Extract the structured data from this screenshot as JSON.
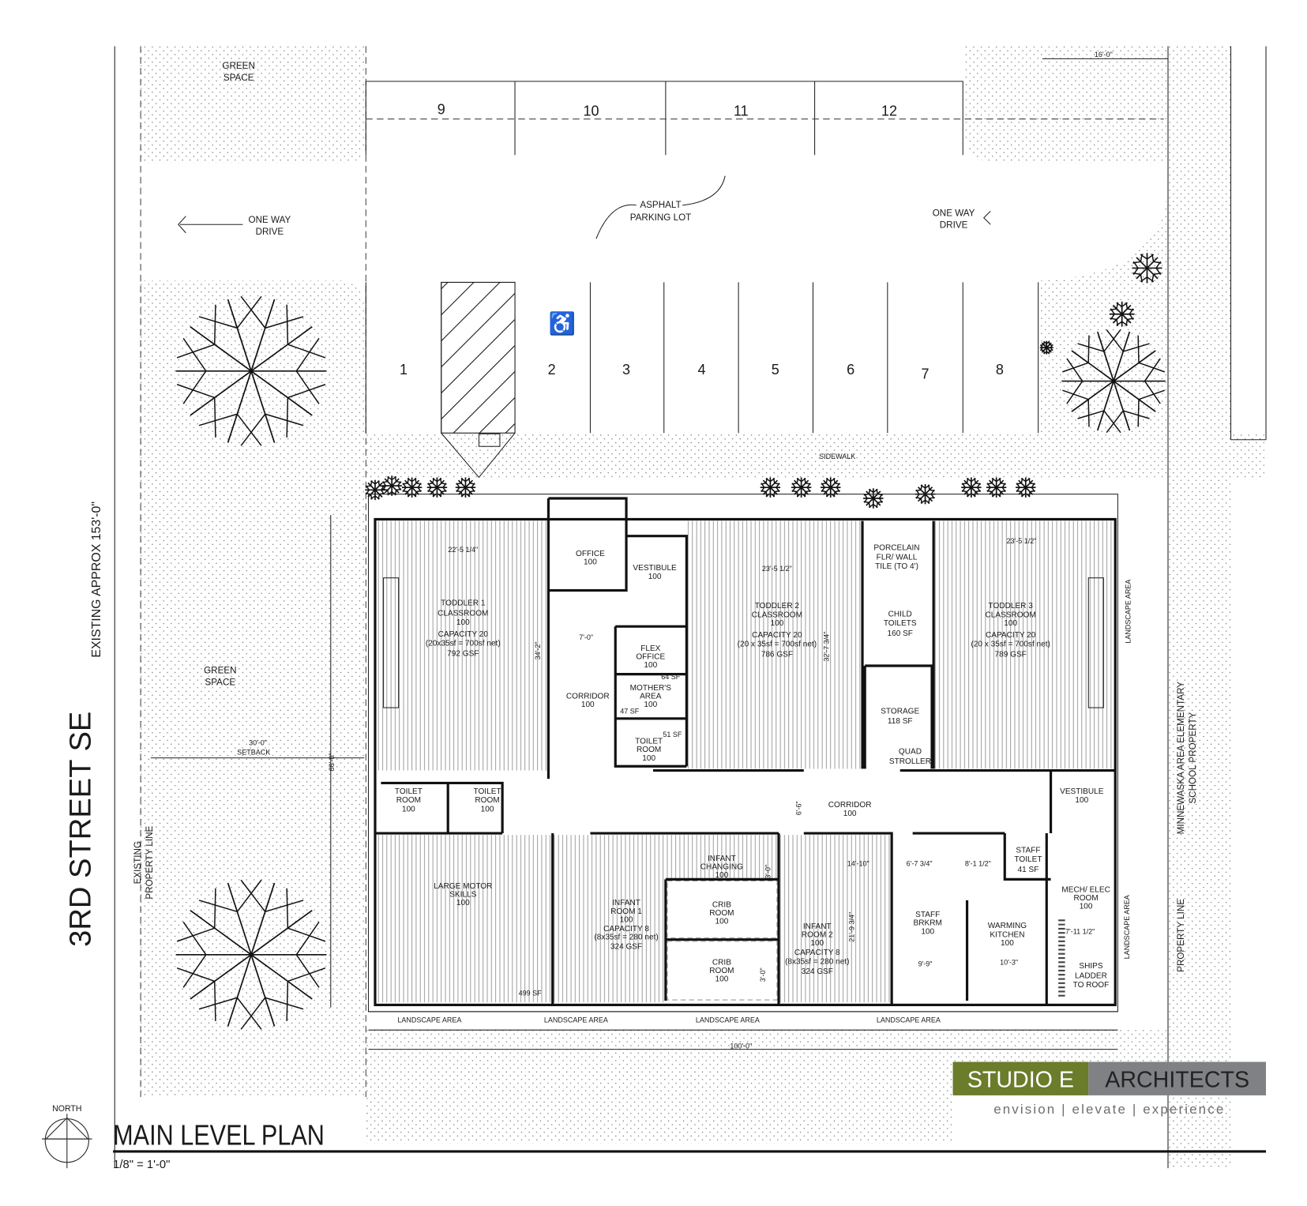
{
  "title": {
    "name": "MAIN LEVEL PLAN",
    "scale": "1/8\" = 1'-0\"",
    "north": "NORTH"
  },
  "logo": {
    "studio": "STUDIO E",
    "architects": "ARCHITECTS",
    "tagline": "envision | elevate | experience",
    "colors": {
      "green": "#6b7c2b",
      "gray": "#7f8184"
    }
  },
  "site": {
    "street": "3RD STREET SE",
    "approx": "EXISTING APPROX 153'-0\"",
    "prop_line_left": [
      "EXISTING",
      "PROPERTY LINE"
    ],
    "school": [
      "MINNEWASKA AREA ELEMENTARY",
      "SCHOOL PROPERTY"
    ],
    "prop_line_right": "PROPERTY LINE",
    "green_space": [
      "GREEN",
      "SPACE"
    ],
    "one_way": [
      "ONE WAY",
      "DRIVE"
    ],
    "parking": [
      "ASPHALT",
      "PARKING LOT"
    ],
    "sidewalk": "SIDEWALK",
    "landscape": "LANDSCAPE AREA",
    "setback": [
      "30'-0\"",
      "SETBACK"
    ],
    "dims": {
      "top_right": "16'-0\"",
      "depth": "66'-0\"",
      "width": "100'-0\""
    }
  },
  "parking": {
    "top": [
      "9",
      "10",
      "11",
      "12"
    ],
    "bottom": [
      "1",
      "2",
      "3",
      "4",
      "5",
      "6",
      "7",
      "8"
    ]
  },
  "rooms": {
    "toddler1": [
      "TODDLER 1",
      "CLASSROOM",
      "100",
      "CAPACITY 20",
      "(20x35sf = 700sf net)",
      "792 GSF"
    ],
    "toddler1_dims": [
      "22'-5 1/4\"",
      "34'-2\""
    ],
    "office": [
      "OFFICE",
      "100"
    ],
    "vestibule": [
      "VESTIBULE",
      "100"
    ],
    "corridor_v": [
      "CORRIDOR",
      "100"
    ],
    "corridor_dim": "7'-0\"",
    "flex_office": [
      "FLEX",
      "OFFICE",
      "100",
      "64 SF"
    ],
    "mothers": [
      "MOTHER'S",
      "AREA",
      "100",
      "47 SF"
    ],
    "toilet_c": [
      "TOILET",
      "ROOM",
      "100",
      "51 SF"
    ],
    "toddler2": [
      "TODDLER 2",
      "CLASSROOM",
      "100",
      "CAPACITY 20",
      "(20 x 35sf = 700sf net)",
      "786 GSF"
    ],
    "toddler2_dims": [
      "23'-5 1/2\"",
      "32'-7 3/4\""
    ],
    "porcelain": [
      "PORCELAIN",
      "FLR/ WALL",
      "TILE (TO 4')"
    ],
    "child_toilets": [
      "CHILD",
      "TOILETS",
      "160 SF"
    ],
    "storage": [
      "STORAGE",
      "118 SF"
    ],
    "quad": [
      "QUAD",
      "STROLLER"
    ],
    "toddler3": [
      "TODDLER 3",
      "CLASSROOM",
      "100",
      "CAPACITY 20",
      "(20 x 35sf = 700sf net)",
      "789 GSF"
    ],
    "toddler3_dims": [
      "23'-5 1/2\""
    ],
    "toilet_l": [
      "TOILET",
      "ROOM",
      "100"
    ],
    "toilet_r": [
      "TOILET",
      "ROOM",
      "100"
    ],
    "corridor_h": [
      "CORRIDOR",
      "100"
    ],
    "corridor_h_dim": "6'-6\"",
    "vestibule_r": [
      "VESTIBULE",
      "100"
    ],
    "large_motor": [
      "LARGE MOTOR",
      "SKILLS",
      "100",
      "499 SF"
    ],
    "infant1": [
      "INFANT",
      "ROOM 1",
      "100",
      "CAPACITY 8",
      "(8x35sf = 280 net)",
      "324 GSF"
    ],
    "infant_changing": [
      "INFANT",
      "CHANGING",
      "100"
    ],
    "crib1": [
      "CRIB",
      "ROOM",
      "100"
    ],
    "crib2": [
      "CRIB",
      "ROOM",
      "100"
    ],
    "crib_dims": [
      "3'-0\"",
      "3'-0\""
    ],
    "infant2": [
      "INFANT",
      "ROOM 2",
      "100",
      "CAPACITY 8",
      "(8x35sf = 280 net)",
      "324 GSF"
    ],
    "infant2_dims": [
      "14'-10\"",
      "21'-9 3/4\""
    ],
    "staff_brkrm": [
      "STAFF",
      "BRKRM",
      "100"
    ],
    "staff_dims": [
      "6'-7 3/4\"",
      "8'-1 1/2\"",
      "9'-9\""
    ],
    "staff_toilet": [
      "STAFF",
      "TOILET",
      "41 SF"
    ],
    "kitchen": [
      "WARMING",
      "KITCHEN",
      "100",
      "10'-3\""
    ],
    "mech": [
      "MECH/ ELEC",
      "ROOM",
      "100",
      "7'-11 1/2\""
    ],
    "ships": [
      "SHIPS",
      "LADDER",
      "TO ROOF"
    ]
  }
}
